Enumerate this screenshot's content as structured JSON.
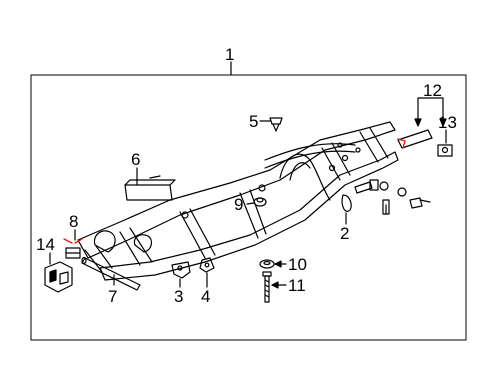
{
  "diagram": {
    "callouts": {
      "c1": "1",
      "c2": "2",
      "c3": "3",
      "c4": "4",
      "c5": "5",
      "c6": "6",
      "c7": "7",
      "c8": "8",
      "c9": "9",
      "c10": "10",
      "c11": "11",
      "c12": "12",
      "c13": "13",
      "c14": "14"
    },
    "highlight_color": "#e0201b"
  }
}
